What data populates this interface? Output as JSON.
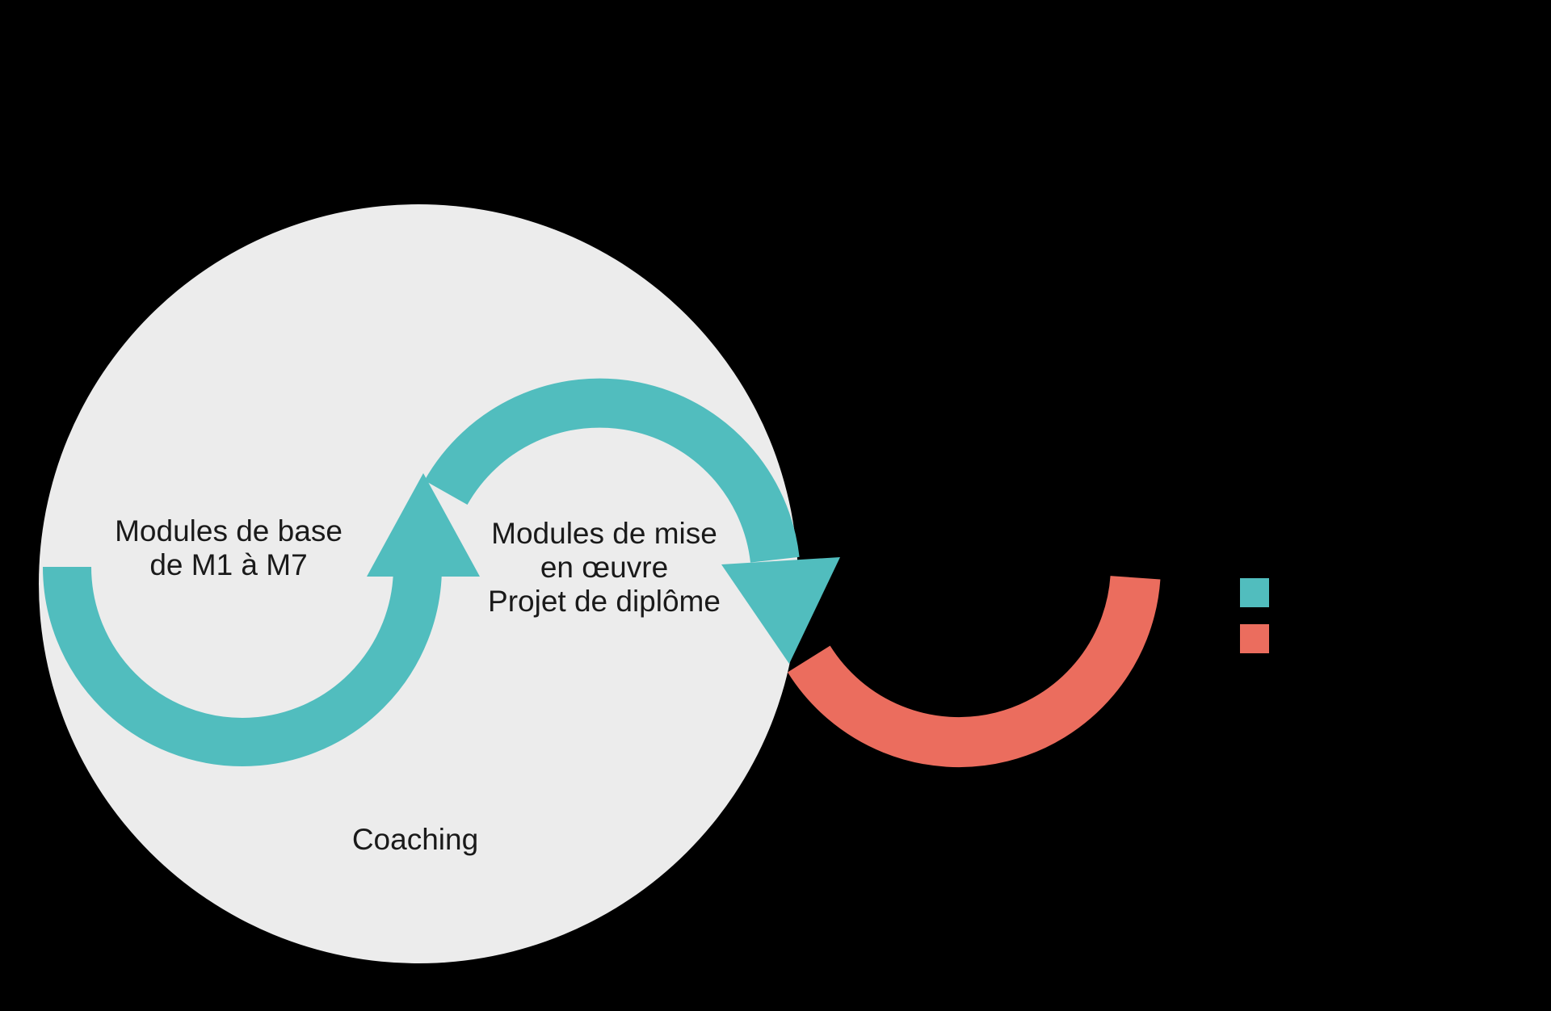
{
  "colors": {
    "background": "#000000",
    "circle_fill": "#ECECEC",
    "teal": "#51BDBE",
    "red": "#EB6D5E",
    "text": "#1A1A1A"
  },
  "labels": {
    "left_loop": {
      "line1": "Modules de base",
      "line2": "de M1 à M7"
    },
    "right_loop": {
      "line1": "Modules de mise",
      "line2": "en œuvre",
      "line3": "Projet de diplôme"
    },
    "coaching": "Coaching"
  },
  "legend": {
    "teal_swatch_color": "#51BDBE",
    "red_swatch_color": "#EB6D5E"
  }
}
